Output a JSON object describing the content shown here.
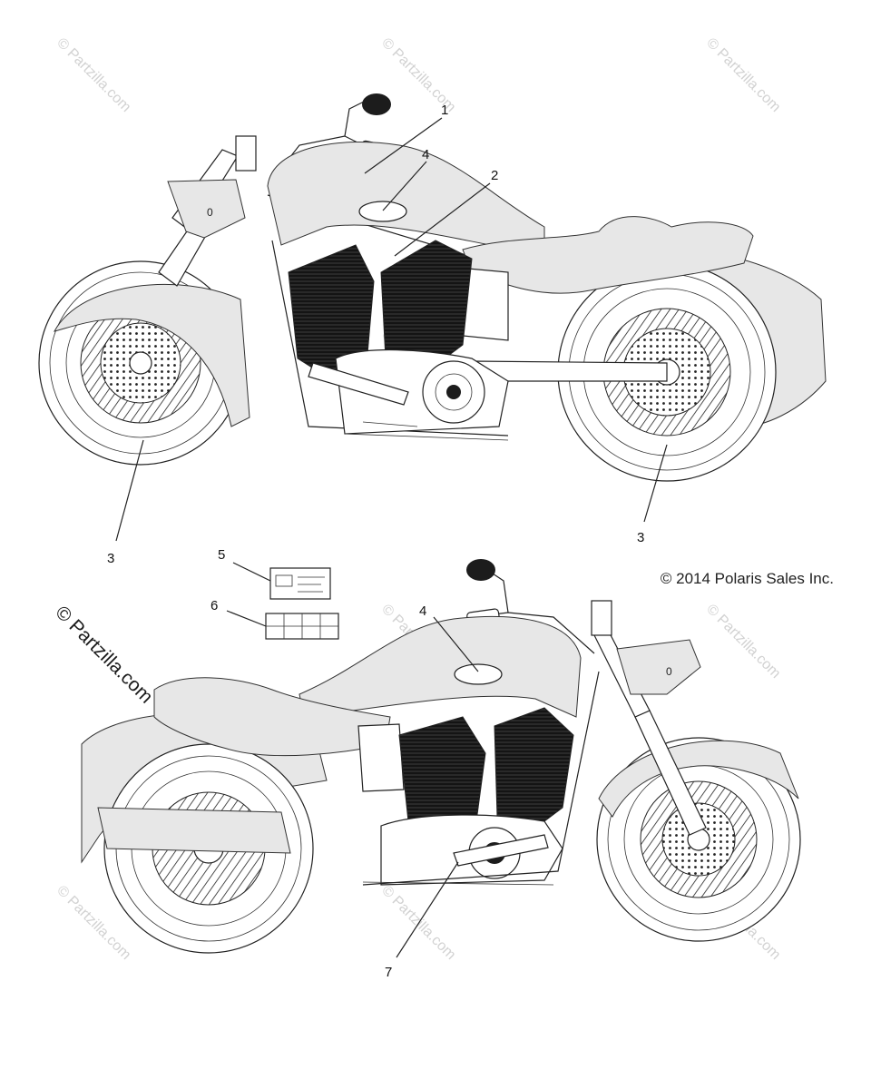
{
  "watermark_text": "© Partzilla.com",
  "copyright": "© 2014 Polaris Sales Inc.",
  "callouts": {
    "c1": "1",
    "c2": "2",
    "c3a": "3",
    "c3b": "3",
    "c4a": "4",
    "c4b": "4",
    "c5": "5",
    "c6": "6",
    "c7": "7"
  }
}
